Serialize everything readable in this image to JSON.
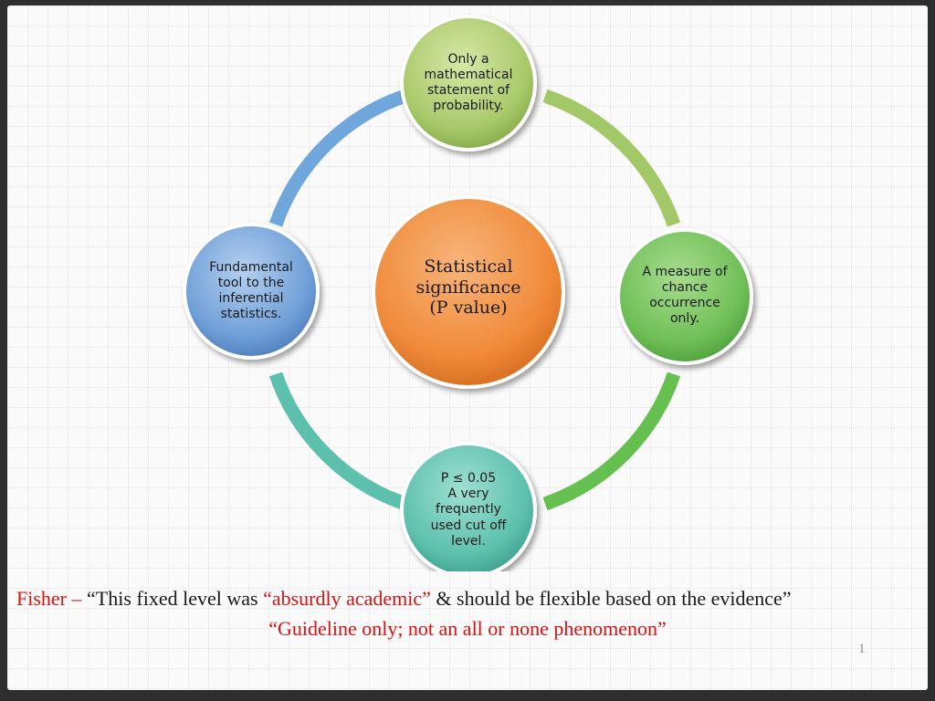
{
  "nodes": {
    "top": "Only a\nmathematical\nstatement of\nprobability.",
    "right": "A measure of\nchance\noccurrence\nonly.",
    "bottom": "P ≤ 0.05\nA very\nfrequently\nused cut off\nlevel.",
    "left": "Fundamental\ntool to the\ninferential\nstatistics.",
    "center": "Statistical\nsignificance\n(P value)"
  },
  "quote": {
    "line1_prefix": "Fisher – ",
    "line1_open": "“This fixed level was ",
    "line1_emph": "“absurdly academic”",
    "line1_rest": " & should be flexible based on the evidence”",
    "line2": "“Guideline only; not an all or none phenomenon”"
  },
  "page_number": "1",
  "colors": {
    "top": "#a9c96a",
    "right": "#6fbf57",
    "bottom": "#5cc0ad",
    "left": "#6f9fd8",
    "center": "#f08a3a",
    "emphasis": "#d41414"
  }
}
